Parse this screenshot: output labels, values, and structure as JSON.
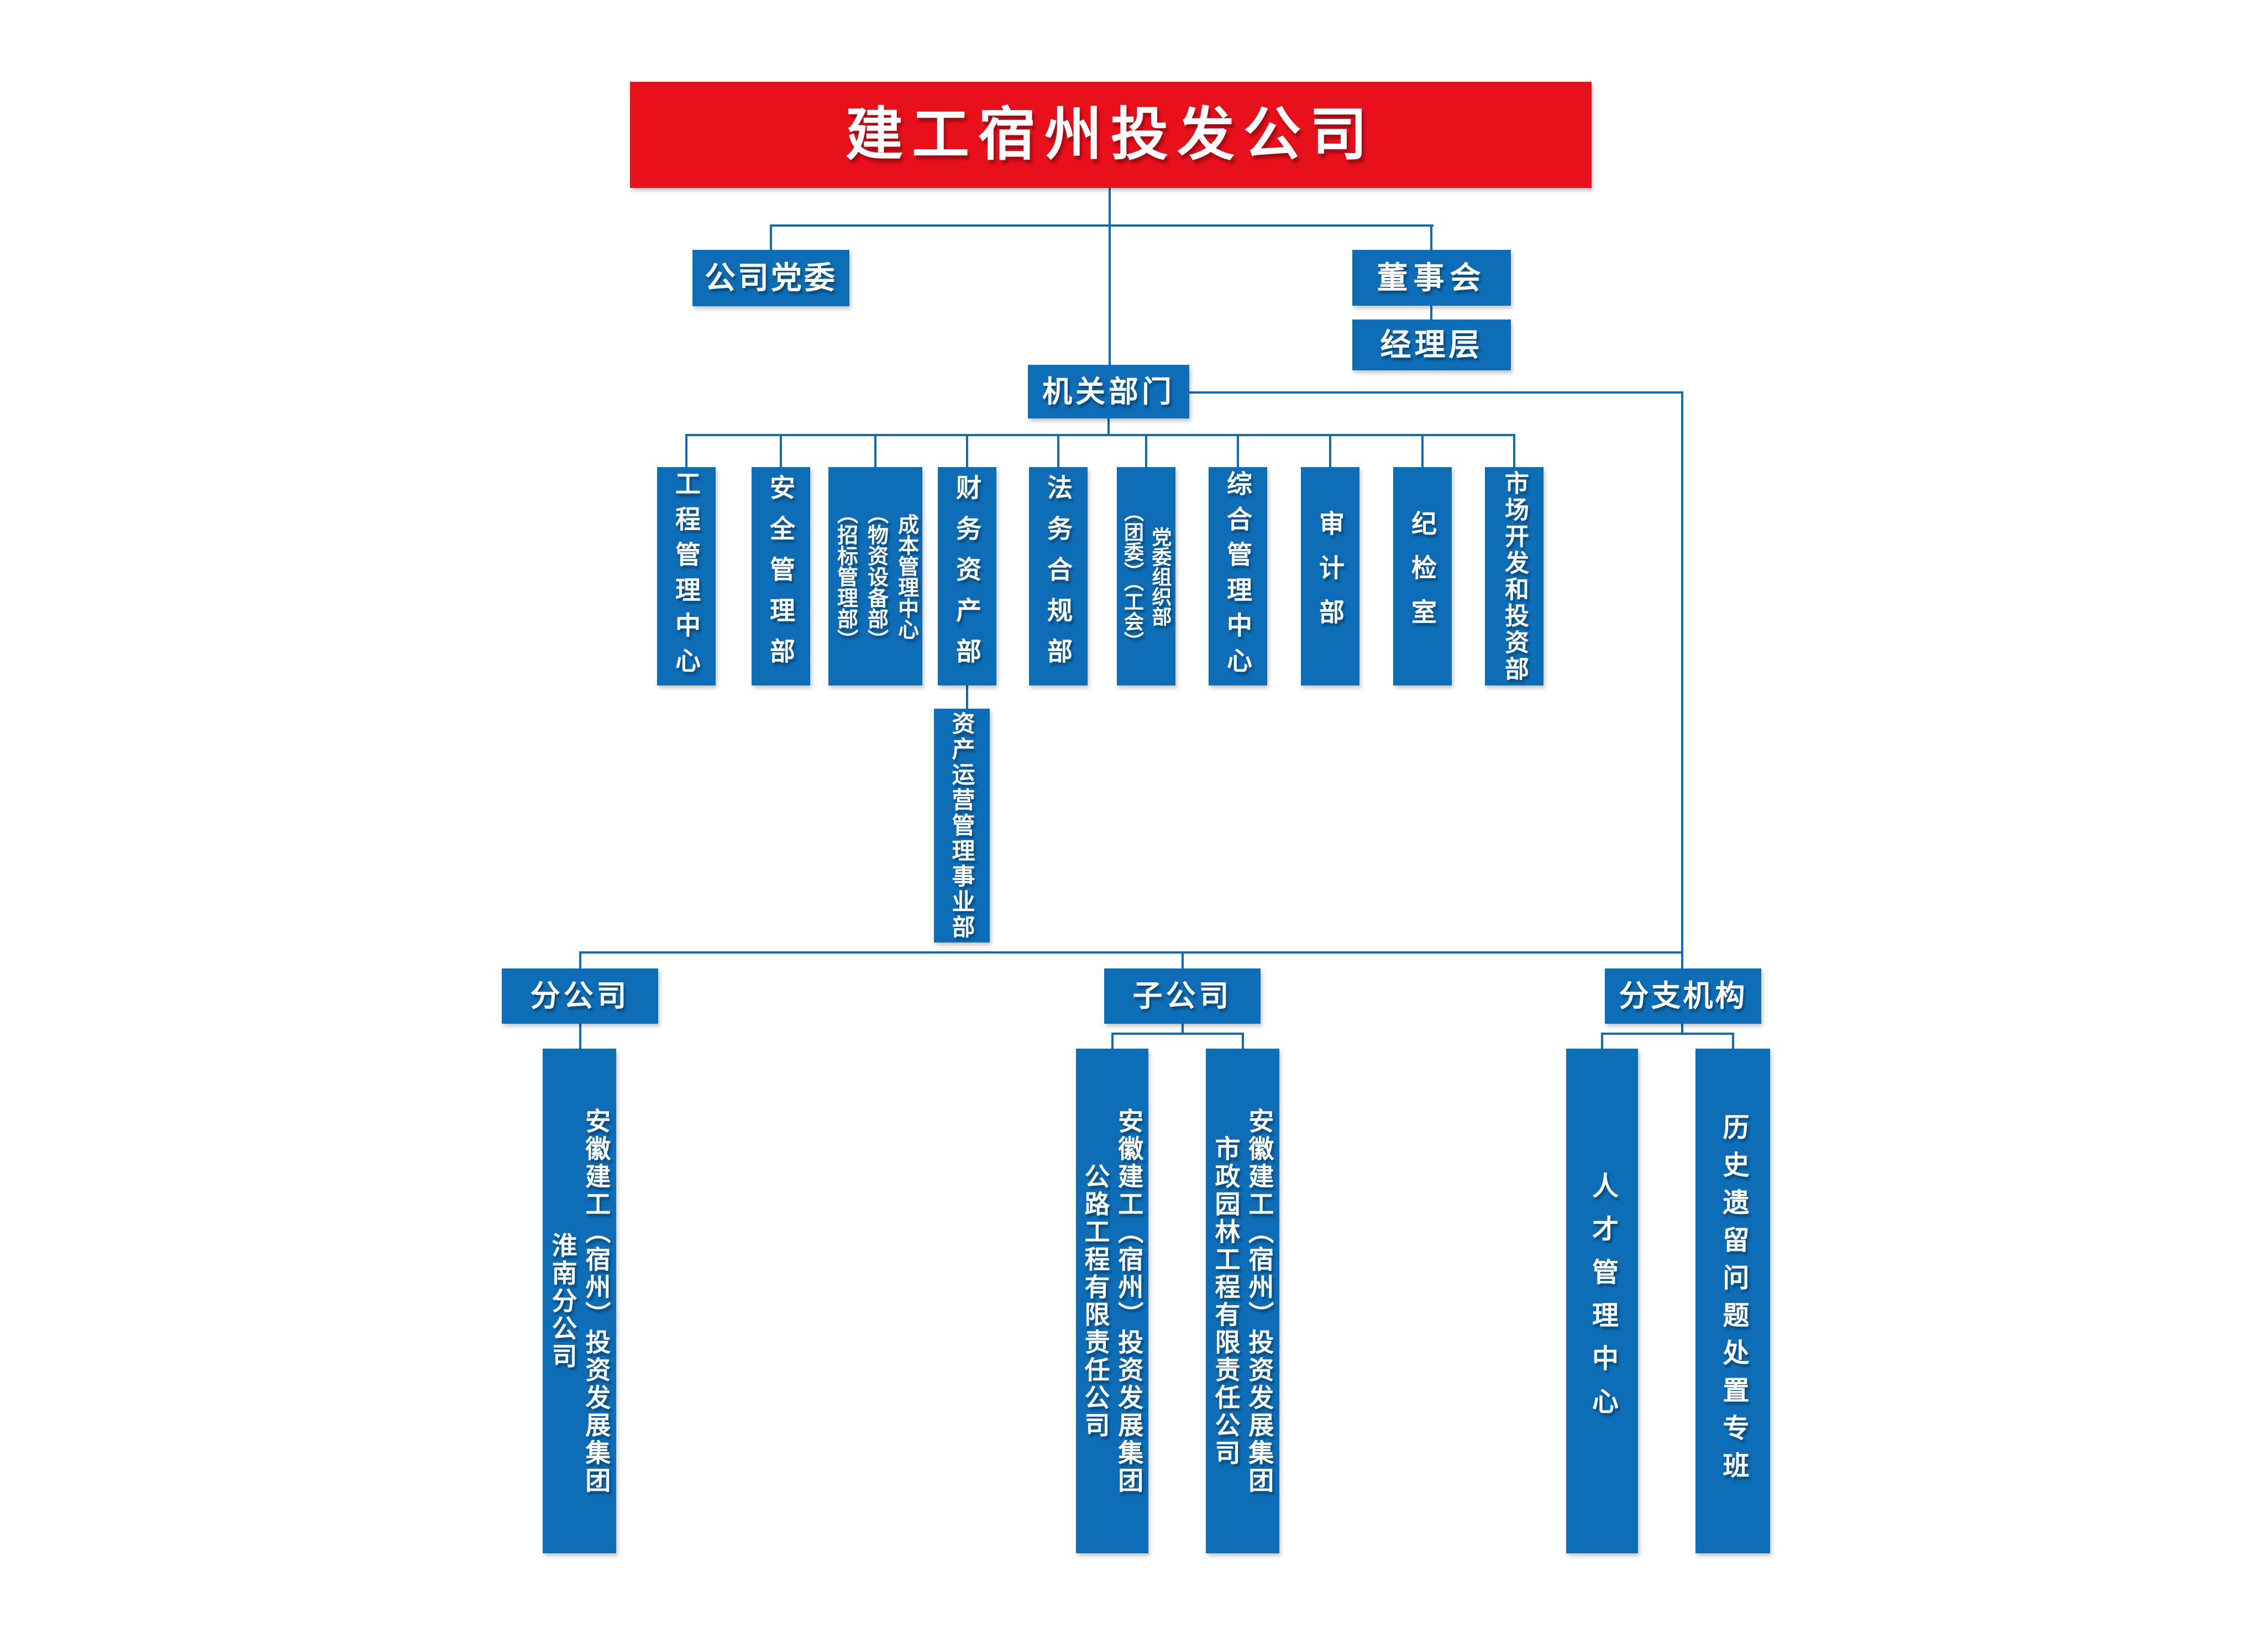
{
  "palette": {
    "banner_red": "#e8101b",
    "node_blue": "#0d6db6",
    "line_blue": "#0f6cb5",
    "text_white": "#ffffff"
  },
  "org": {
    "root": "建工宿州投发公司",
    "governance": {
      "party_committee": "公司党委",
      "board": "董事会",
      "management": "经理层"
    },
    "hq": {
      "label": "机关部门",
      "departments": [
        "工程管理中心",
        "安全管理部",
        "成本管理中心\n（物资设备部）\n（招标管理部）",
        "财务资产部",
        "法务合规部",
        "党委组织部\n（团委）（工会）",
        "综合管理中心",
        "审计部",
        "纪检室",
        "市场开发和投资部"
      ]
    },
    "asset_dept": "资产运营管理事业部",
    "branch_groups": [
      {
        "label": "分公司",
        "children": [
          "安徽建工（宿州）投资发展集团\n淮南分公司"
        ]
      },
      {
        "label": "子公司",
        "children": [
          "安徽建工（宿州）投资发展集团\n公路工程有限责任公司",
          "安徽建工（宿州）投资发展集团\n市政园林工程有限责任公司"
        ]
      },
      {
        "label": "分支机构",
        "children": [
          "人才管理中心",
          "历史遗留问题处置专班"
        ]
      }
    ]
  }
}
